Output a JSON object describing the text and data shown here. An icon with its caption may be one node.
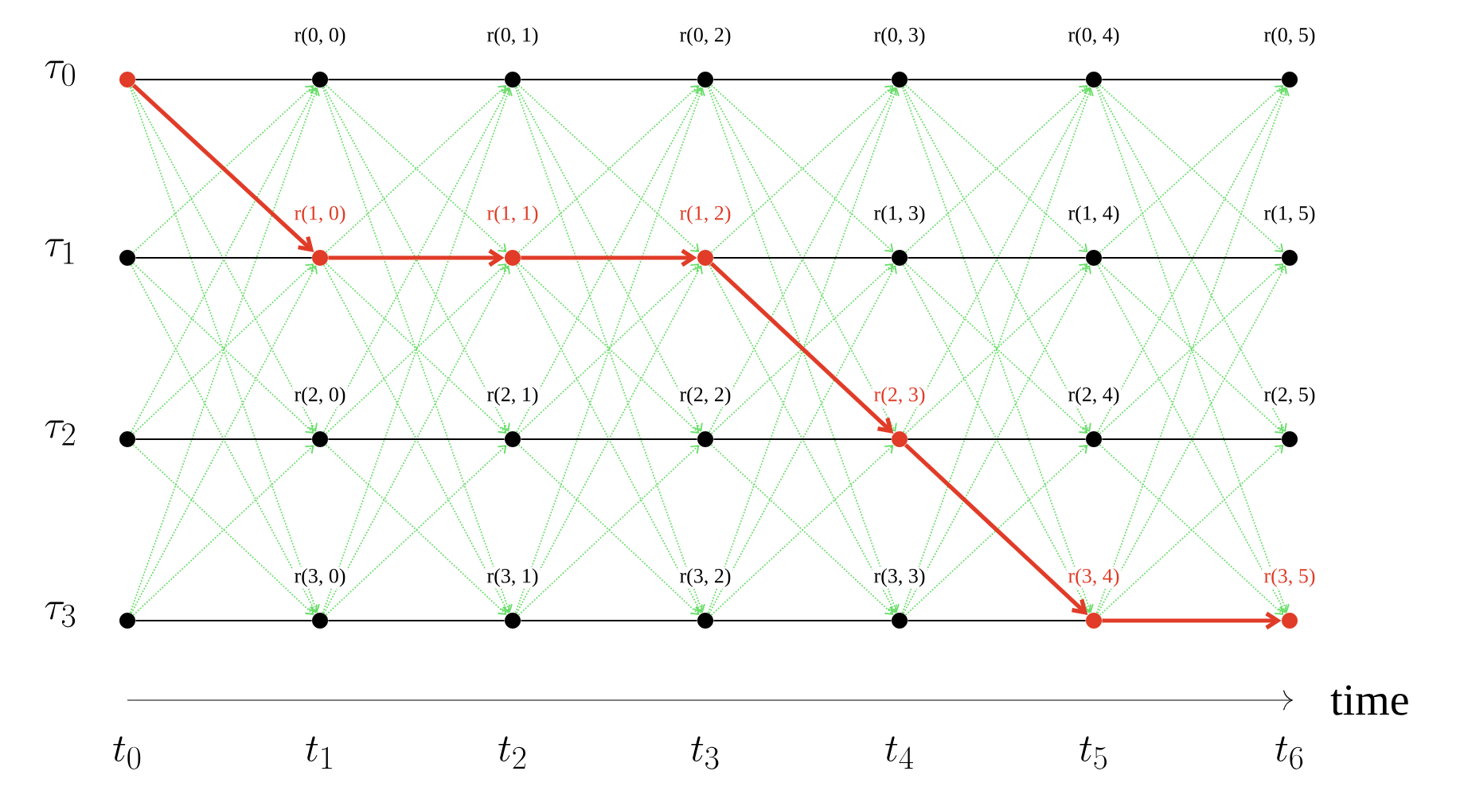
{
  "diagram": {
    "nodes": [
      {
        "text": [],
        "shape": "circle"
      },
      {
        "text": [],
        "shape": "circle",
        "beside": [
          "r(0, 0)"
        ]
      },
      {
        "text": [],
        "shape": "circle",
        "beside": [
          "r(0, 1)"
        ]
      },
      {
        "text": [],
        "shape": "circle",
        "beside": [
          "r(0, 2)"
        ]
      },
      {
        "text": [],
        "shape": "circle",
        "beside": [
          "r(0, 3)"
        ]
      },
      {
        "text": [],
        "shape": "circle",
        "beside": [
          "r(0, 4)"
        ]
      },
      {
        "text": [],
        "shape": "circle",
        "beside": [
          "r(0, 5)"
        ]
      },
      {
        "text": [],
        "shape": "circle"
      },
      {
        "text": [],
        "shape": "circle",
        "beside": [
          "r(1, 0)"
        ]
      },
      {
        "text": [],
        "shape": "circle",
        "beside": [
          "r(1, 1)"
        ]
      },
      {
        "text": [],
        "shape": "circle",
        "beside": [
          "r(1, 2)"
        ]
      },
      {
        "text": [],
        "shape": "circle",
        "beside": [
          "r(1, 3)"
        ]
      },
      {
        "text": [],
        "shape": "circle",
        "beside": [
          "r(1, 4)"
        ]
      },
      {
        "text": [],
        "shape": "circle",
        "beside": [
          "r(1, 5)"
        ]
      },
      {
        "text": [],
        "shape": "circle"
      },
      {
        "text": [],
        "shape": "circle",
        "beside": [
          "r(2, 0)"
        ]
      },
      {
        "text": [],
        "shape": "circle",
        "beside": [
          "r(2, 1)"
        ]
      },
      {
        "text": [],
        "shape": "circle",
        "beside": [
          "r(2, 2)"
        ]
      },
      {
        "text": [],
        "shape": "circle",
        "beside": [
          "r(2, 3)"
        ]
      },
      {
        "text": [],
        "shape": "circle",
        "beside": [
          "r(2, 4)"
        ]
      },
      {
        "text": [],
        "shape": "circle",
        "beside": [
          "r(2, 5)"
        ]
      },
      {
        "text": [],
        "shape": "circle"
      },
      {
        "text": [],
        "shape": "circle",
        "beside": [
          "r(3, 0)"
        ]
      },
      {
        "text": [],
        "shape": "circle",
        "beside": [
          "r(3, 1)"
        ]
      },
      {
        "text": [],
        "shape": "circle",
        "beside": [
          "r(3, 2)"
        ]
      },
      {
        "text": [],
        "shape": "circle",
        "beside": [
          "r(3, 3)"
        ]
      },
      {
        "text": [],
        "shape": "circle",
        "beside": [
          "r(3, 4)"
        ]
      },
      {
        "text": [],
        "shape": "circle",
        "beside": [
          "r(3, 5)"
        ]
      }
    ],
    "edges": [
      {
        "from": 0,
        "to": 15,
        "arrow": "to",
        "style": "dashed"
      },
      {
        "from": 0,
        "to": 22,
        "arrow": "to",
        "style": "dashed"
      },
      {
        "from": 7,
        "to": 1,
        "arrow": "to",
        "style": "dashed"
      },
      {
        "from": 7,
        "to": 15,
        "arrow": "to",
        "style": "dashed"
      },
      {
        "from": 7,
        "to": 22,
        "arrow": "to",
        "style": "dashed"
      },
      {
        "from": 14,
        "to": 1,
        "arrow": "to",
        "style": "dashed"
      },
      {
        "from": 14,
        "to": 8,
        "arrow": "to",
        "style": "dashed"
      },
      {
        "from": 14,
        "to": 22,
        "arrow": "to",
        "style": "dashed"
      },
      {
        "from": 21,
        "to": 1,
        "arrow": "to",
        "style": "dashed"
      },
      {
        "from": 21,
        "to": 8,
        "arrow": "to",
        "style": "dashed"
      },
      {
        "from": 21,
        "to": 15,
        "arrow": "to",
        "style": "dashed"
      },
      {
        "from": 1,
        "to": 9,
        "arrow": "to",
        "style": "dashed"
      },
      {
        "from": 1,
        "to": 16,
        "arrow": "to",
        "style": "dashed"
      },
      {
        "from": 1,
        "to": 23,
        "arrow": "to",
        "style": "dashed"
      },
      {
        "from": 8,
        "to": 2,
        "arrow": "to",
        "style": "dashed"
      },
      {
        "from": 8,
        "to": 16,
        "arrow": "to",
        "style": "dashed"
      },
      {
        "from": 8,
        "to": 23,
        "arrow": "to",
        "style": "dashed"
      },
      {
        "from": 15,
        "to": 2,
        "arrow": "to",
        "style": "dashed"
      },
      {
        "from": 15,
        "to": 9,
        "arrow": "to",
        "style": "dashed"
      },
      {
        "from": 15,
        "to": 23,
        "arrow": "to",
        "style": "dashed"
      },
      {
        "from": 22,
        "to": 2,
        "arrow": "to",
        "style": "dashed"
      },
      {
        "from": 22,
        "to": 9,
        "arrow": "to",
        "style": "dashed"
      },
      {
        "from": 22,
        "to": 16,
        "arrow": "to",
        "style": "dashed"
      },
      {
        "from": 2,
        "to": 10,
        "arrow": "to",
        "style": "dashed"
      },
      {
        "from": 2,
        "to": 17,
        "arrow": "to",
        "style": "dashed"
      },
      {
        "from": 2,
        "to": 24,
        "arrow": "to",
        "style": "dashed"
      },
      {
        "from": 9,
        "to": 3,
        "arrow": "to",
        "style": "dashed"
      },
      {
        "from": 9,
        "to": 17,
        "arrow": "to",
        "style": "dashed"
      },
      {
        "from": 9,
        "to": 24,
        "arrow": "to",
        "style": "dashed"
      },
      {
        "from": 16,
        "to": 3,
        "arrow": "to",
        "style": "dashed"
      },
      {
        "from": 16,
        "to": 10,
        "arrow": "to",
        "style": "dashed"
      },
      {
        "from": 16,
        "to": 24,
        "arrow": "to",
        "style": "dashed"
      },
      {
        "from": 23,
        "to": 3,
        "arrow": "to",
        "style": "dashed"
      },
      {
        "from": 23,
        "to": 10,
        "arrow": "to",
        "style": "dashed"
      },
      {
        "from": 23,
        "to": 17,
        "arrow": "to",
        "style": "dashed"
      },
      {
        "from": 3,
        "to": 11,
        "arrow": "to",
        "style": "dashed"
      },
      {
        "from": 3,
        "to": 18,
        "arrow": "to",
        "style": "dashed"
      },
      {
        "from": 3,
        "to": 25,
        "arrow": "to",
        "style": "dashed"
      },
      {
        "from": 10,
        "to": 4,
        "arrow": "to",
        "style": "dashed"
      },
      {
        "from": 10,
        "to": 25,
        "arrow": "to",
        "style": "dashed"
      },
      {
        "from": 17,
        "to": 4,
        "arrow": "to",
        "style": "dashed"
      },
      {
        "from": 17,
        "to": 11,
        "arrow": "to",
        "style": "dashed"
      },
      {
        "from": 17,
        "to": 25,
        "arrow": "to",
        "style": "dashed"
      },
      {
        "from": 24,
        "to": 4,
        "arrow": "to",
        "style": "dashed"
      },
      {
        "from": 24,
        "to": 11,
        "arrow": "to",
        "style": "dashed"
      },
      {
        "from": 24,
        "to": 18,
        "arrow": "to",
        "style": "dashed"
      },
      {
        "from": 4,
        "to": 12,
        "arrow": "to",
        "style": "dashed"
      },
      {
        "from": 4,
        "to": 19,
        "arrow": "to",
        "style": "dashed"
      },
      {
        "from": 4,
        "to": 26,
        "arrow": "to",
        "style": "dashed"
      },
      {
        "from": 11,
        "to": 5,
        "arrow": "to",
        "style": "dashed"
      },
      {
        "from": 11,
        "to": 19,
        "arrow": "to",
        "style": "dashed"
      },
      {
        "from": 11,
        "to": 26,
        "arrow": "to",
        "style": "dashed"
      },
      {
        "from": 18,
        "to": 5,
        "arrow": "to",
        "style": "dashed"
      },
      {
        "from": 18,
        "to": 12,
        "arrow": "to",
        "style": "dashed"
      },
      {
        "from": 25,
        "to": 5,
        "arrow": "to",
        "style": "dashed"
      },
      {
        "from": 25,
        "to": 12,
        "arrow": "to",
        "style": "dashed"
      },
      {
        "from": 25,
        "to": 19,
        "arrow": "to",
        "style": "dashed"
      },
      {
        "from": 5,
        "to": 13,
        "arrow": "to",
        "style": "dashed"
      },
      {
        "from": 5,
        "to": 20,
        "arrow": "to",
        "style": "dashed"
      },
      {
        "from": 5,
        "to": 27,
        "arrow": "to",
        "style": "dashed"
      },
      {
        "from": 12,
        "to": 6,
        "arrow": "to",
        "style": "dashed"
      },
      {
        "from": 12,
        "to": 20,
        "arrow": "to",
        "style": "dashed"
      },
      {
        "from": 12,
        "to": 27,
        "arrow": "to",
        "style": "dashed"
      },
      {
        "from": 19,
        "to": 6,
        "arrow": "to",
        "style": "dashed"
      },
      {
        "from": 19,
        "to": 13,
        "arrow": "to",
        "style": "dashed"
      },
      {
        "from": 19,
        "to": 27,
        "arrow": "to",
        "style": "dashed"
      },
      {
        "from": 26,
        "to": 6,
        "arrow": "to",
        "style": "dashed"
      },
      {
        "from": 26,
        "to": 13,
        "arrow": "to",
        "style": "dashed"
      },
      {
        "from": 26,
        "to": 20,
        "arrow": "to",
        "style": "dashed"
      },
      {
        "from": 0,
        "to": 1,
        "arrow": "none",
        "color": "#000000"
      },
      {
        "from": 1,
        "to": 2,
        "arrow": "none",
        "color": "#000000"
      },
      {
        "from": 2,
        "to": 3,
        "arrow": "none",
        "color": "#000000"
      },
      {
        "from": 3,
        "to": 4,
        "arrow": "none",
        "color": "#000000"
      },
      {
        "from": 4,
        "to": 5,
        "arrow": "none",
        "color": "#000000"
      },
      {
        "from": 5,
        "to": 6,
        "arrow": "none",
        "color": "#000000"
      },
      {
        "from": 7,
        "to": 8,
        "arrow": "none",
        "color": "#000000"
      },
      {
        "from": 10,
        "to": 11,
        "arrow": "none",
        "color": "#000000"
      },
      {
        "from": 11,
        "to": 12,
        "arrow": "none",
        "color": "#000000"
      },
      {
        "from": 12,
        "to": 13,
        "arrow": "none",
        "color": "#000000"
      },
      {
        "from": 14,
        "to": 15,
        "arrow": "none",
        "color": "#000000"
      },
      {
        "from": 15,
        "to": 16,
        "arrow": "none",
        "color": "#000000"
      },
      {
        "from": 16,
        "to": 17,
        "arrow": "none",
        "color": "#000000"
      },
      {
        "from": 17,
        "to": 18,
        "arrow": "none",
        "color": "#000000"
      },
      {
        "from": 18,
        "to": 19,
        "arrow": "none",
        "color": "#000000"
      },
      {
        "from": 19,
        "to": 20,
        "arrow": "none",
        "color": "#000000"
      },
      {
        "from": 21,
        "to": 22,
        "arrow": "none",
        "color": "#000000"
      },
      {
        "from": 22,
        "to": 23,
        "arrow": "none",
        "color": "#000000"
      },
      {
        "from": 23,
        "to": 24,
        "arrow": "none",
        "color": "#000000"
      },
      {
        "from": 24,
        "to": 25,
        "arrow": "none",
        "color": "#000000"
      },
      {
        "from": 25,
        "to": 26,
        "arrow": "none",
        "color": "#000000"
      },
      {
        "from": 0,
        "to": 8,
        "arrow": "to",
        "style": "thick",
        "color": "#e03c28"
      },
      {
        "from": 8,
        "to": 9,
        "arrow": "to",
        "style": "thick",
        "color": "#e03c28"
      },
      {
        "from": 9,
        "to": 10,
        "arrow": "to",
        "style": "thick",
        "color": "#e03c28"
      },
      {
        "from": 10,
        "to": 18,
        "arrow": "to",
        "style": "thick",
        "color": "#e03c28"
      },
      {
        "from": 18,
        "to": 26,
        "arrow": "to",
        "style": "thick",
        "color": "#e03c28"
      },
      {
        "from": 26,
        "to": 27,
        "arrow": "to",
        "style": "thick",
        "color": "#e03c28"
      }
    ],
    "labels": [
      "\\tau_0",
      "\\tau_1",
      "\\tau_2",
      "\\tau_3",
      "time",
      "t_0",
      "t_1",
      "t_2",
      "t_3",
      "t_4",
      "t_5",
      "t_6"
    ]
  }
}
